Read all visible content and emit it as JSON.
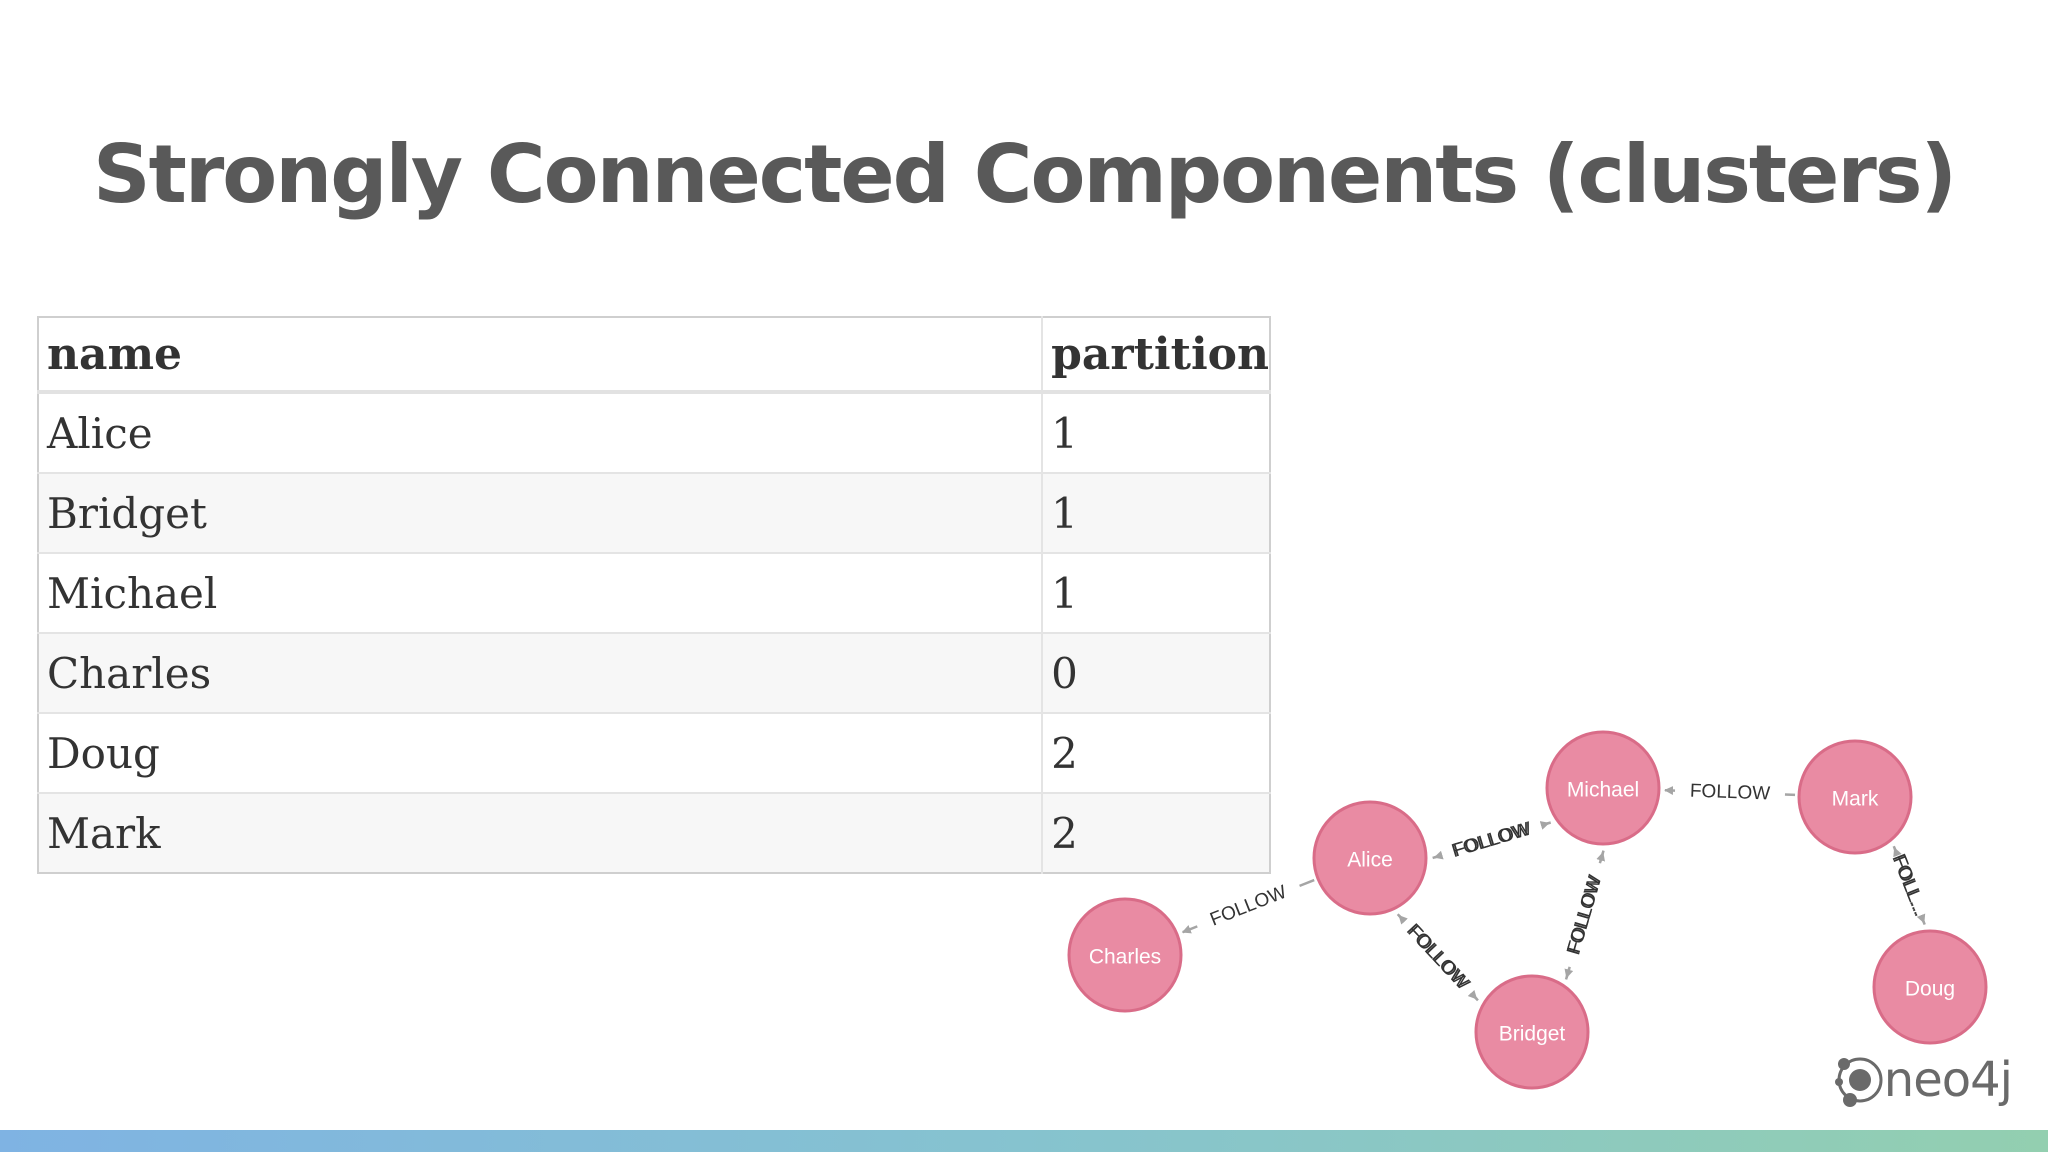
{
  "title": "Strongly Connected Components (clusters)",
  "table": {
    "headers": [
      "name",
      "partition"
    ],
    "rows": [
      [
        "Alice",
        "1"
      ],
      [
        "Bridget",
        "1"
      ],
      [
        "Michael",
        "1"
      ],
      [
        "Charles",
        "0"
      ],
      [
        "Doug",
        "2"
      ],
      [
        "Mark",
        "2"
      ]
    ]
  },
  "graph": {
    "node_color": "#e98ba3",
    "node_stroke": "#d96c88",
    "edge_color": "#a5a5a5",
    "nodes": {
      "charles": "Charles",
      "alice": "Alice",
      "michael": "Michael",
      "bridget": "Bridget",
      "mark": "Mark",
      "doug": "Doug"
    },
    "edges": [
      {
        "from": "Alice",
        "to": "Charles",
        "label": "FOLLOW"
      },
      {
        "from": "Alice",
        "to": "Michael",
        "label": "FOLLOW"
      },
      {
        "from": "Michael",
        "to": "Alice",
        "label": "FOLLOW"
      },
      {
        "from": "Alice",
        "to": "Bridget",
        "label": "FOLLOW"
      },
      {
        "from": "Bridget",
        "to": "Alice",
        "label": "FOLLOW"
      },
      {
        "from": "Bridget",
        "to": "Michael",
        "label": "FOLLOW"
      },
      {
        "from": "Michael",
        "to": "Bridget",
        "label": "FOLLOW"
      },
      {
        "from": "Mark",
        "to": "Michael",
        "label": "FOLLOW"
      },
      {
        "from": "Mark",
        "to": "Doug",
        "label": "FOLL..."
      },
      {
        "from": "Doug",
        "to": "Mark",
        "label": "FOLL..."
      }
    ]
  },
  "logo": {
    "text": "neo4j"
  }
}
